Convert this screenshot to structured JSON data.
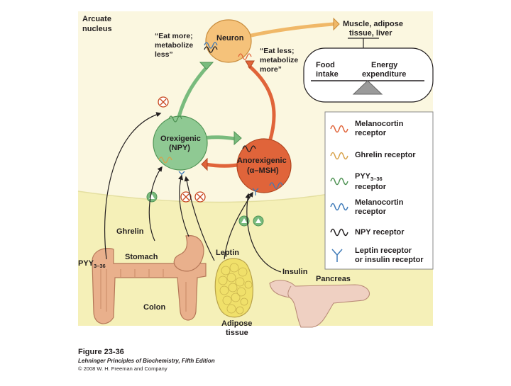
{
  "labels": {
    "arcuate_1": "Arcuate",
    "arcuate_2": "nucleus",
    "neuron": "Neuron",
    "eat_more_1": "“Eat more;",
    "eat_more_2": "metabolize",
    "eat_more_3": "less”",
    "eat_less_1": "“Eat less;",
    "eat_less_2": "metabolize",
    "eat_less_3": "more”",
    "muscle_1": "Muscle, adipose",
    "muscle_2": "tissue, liver",
    "food_1": "Food",
    "food_2": "intake",
    "energy_1": "Energy",
    "energy_2": "expenditure",
    "orexigenic_1": "Orexigenic",
    "orexigenic_2": "(NPY)",
    "anorexigenic_1": "Anorexigenic",
    "anorexigenic_2": "(α–MSH)",
    "ghrelin": "Ghrelin",
    "pyy_base": "PYY",
    "pyy_sub": "3–36",
    "stomach": "Stomach",
    "leptin": "Leptin",
    "insulin": "Insulin",
    "pancreas": "Pancreas",
    "colon": "Colon",
    "adipose_1": "Adipose",
    "adipose_2": "tissue"
  },
  "legend": {
    "melanocortin_orange_1": "Melanocortin",
    "melanocortin_orange_2": "receptor",
    "ghrelin_receptor": "Ghrelin receptor",
    "pyy_1_base": "PYY",
    "pyy_1_sub": "3–36",
    "pyy_2": "receptor",
    "melanocortin_blue_1": "Melanocortin",
    "melanocortin_blue_2": "receptor",
    "npy_receptor": "NPY receptor",
    "leptin_1": "Leptin receptor",
    "leptin_2": "or insulin receptor"
  },
  "caption": {
    "figure": "Figure 23-36",
    "source": "Lehninger Principles of Biochemistry, Fifth Edition",
    "copyright": "© 2008 W. H. Freeman and Company"
  },
  "colors": {
    "brain_bg": "#fbf7e0",
    "body_bg": "#f5f0b8",
    "orexigenic": "#8fc993",
    "anorexigenic": "#e0643a",
    "neuron": "#f5c27a",
    "arrow_red": "#d8643a",
    "arrow_green": "#79bb7d",
    "colon": "#e9b08c",
    "adipose": "#f0e06a",
    "pancreas": "#efd0c2"
  }
}
